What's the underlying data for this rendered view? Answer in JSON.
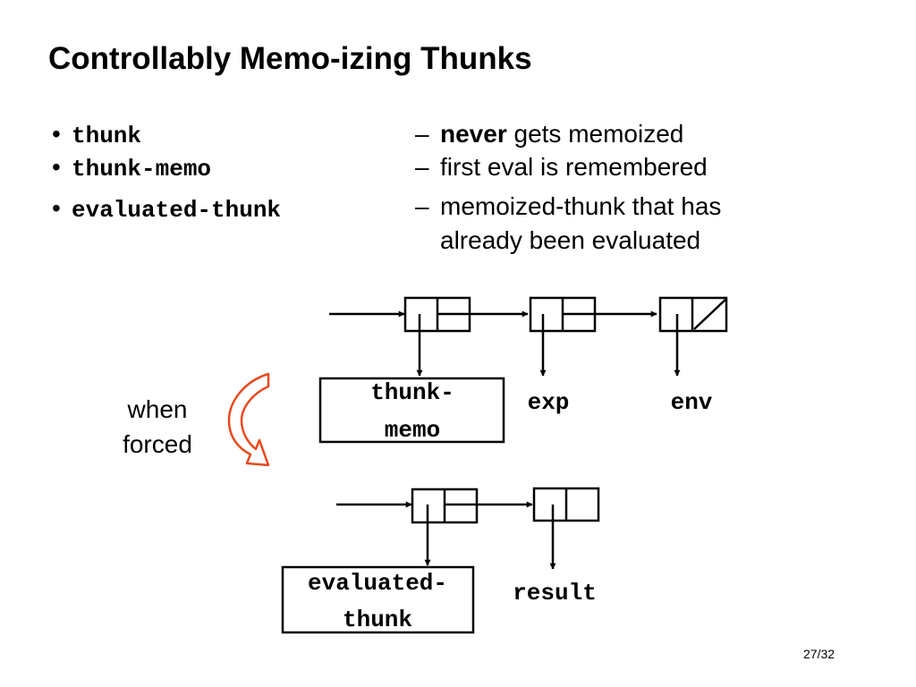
{
  "slide": {
    "title": "Controllably Memo-izing Thunks",
    "page_number": "27/32"
  },
  "bullets": [
    {
      "symbol": "•",
      "term": "thunk",
      "dash": "–",
      "emphasis": "never",
      "desc": " gets memoized",
      "desc_cont": ""
    },
    {
      "symbol": "•",
      "term": "thunk-memo",
      "dash": "–",
      "emphasis": "",
      "desc": "first eval is remembered",
      "desc_cont": ""
    },
    {
      "symbol": "•",
      "term": "evaluated-thunk",
      "dash": "–",
      "emphasis": "",
      "desc": "memoized-thunk that has",
      "desc_cont": "already been evaluated"
    }
  ],
  "diagram": {
    "top_chain": {
      "tag_line1": "thunk-",
      "tag_line2": "memo",
      "item2": "exp",
      "item3": "env"
    },
    "transition": {
      "line1": "when",
      "line2": "forced",
      "arrow_color": "#e8491d"
    },
    "bottom_chain": {
      "tag_line1": "evaluated-",
      "tag_line2": "thunk",
      "item2": "result"
    }
  }
}
